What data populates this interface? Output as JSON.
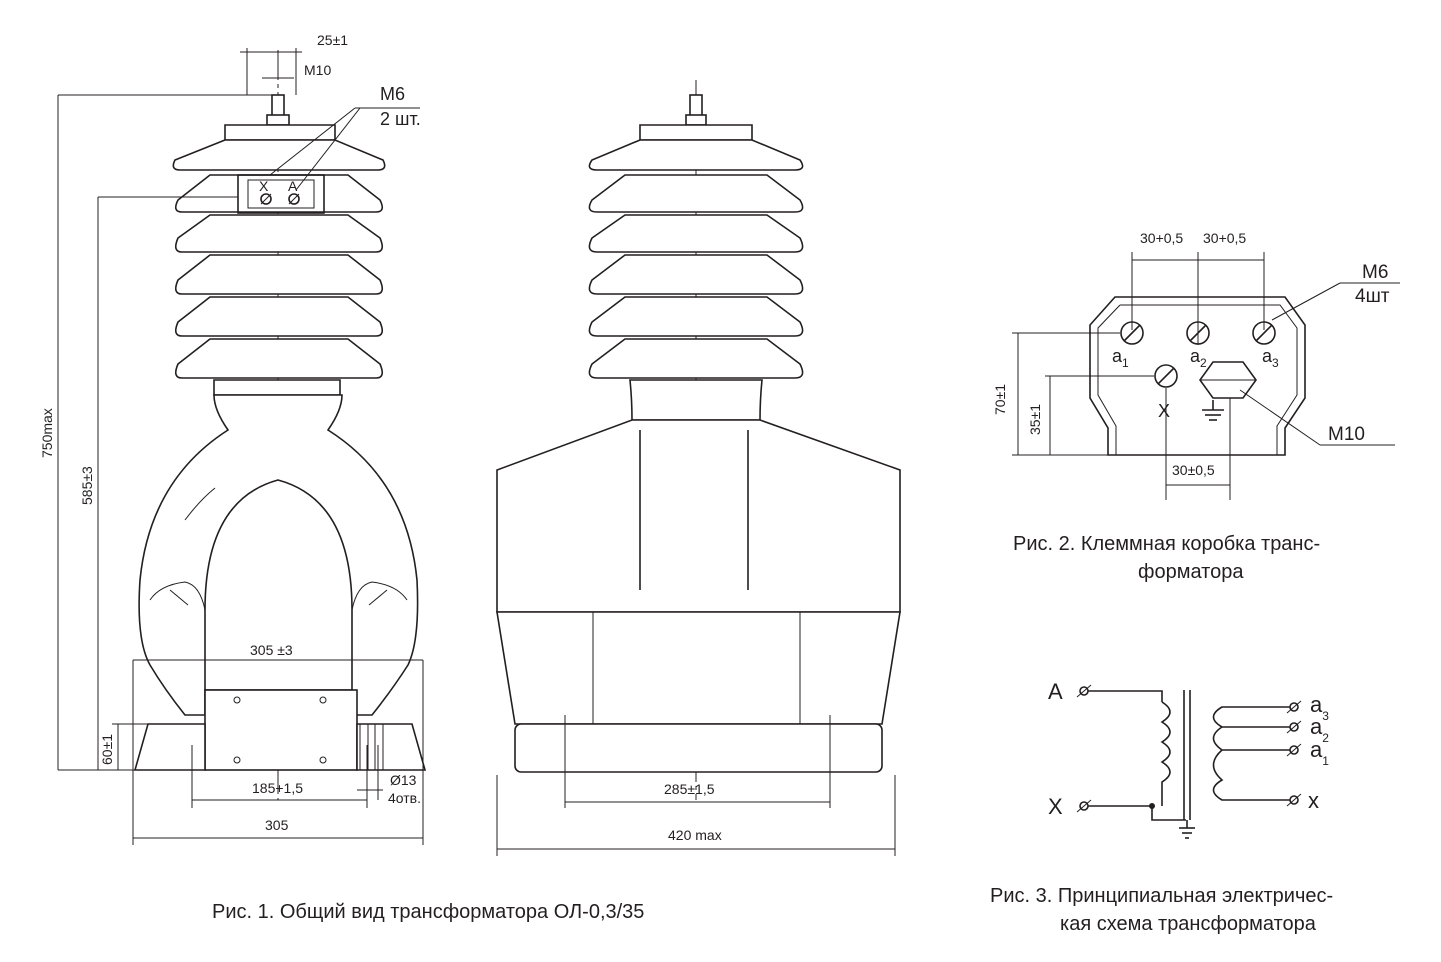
{
  "figure1": {
    "dims": {
      "nut_width": "25±1",
      "stud": "M10",
      "terminals_thread": "M6",
      "terminals_count": "2 шт.",
      "terminal_x": "X",
      "terminal_a": "A",
      "height_total": "750max",
      "height_box": "585±3",
      "height_base": "60±1",
      "base_inner": "305 ±3",
      "holes_pitch": "185+1,5",
      "hole_dia": "Ø13",
      "hole_count": "4отв.",
      "base_width": "305"
    },
    "caption": "Рис. 1. Общий вид трансформатора ОЛ-0,3/35"
  },
  "figure_side": {
    "dims": {
      "holes_pitch": "285±1,5",
      "width_max": "420 max"
    }
  },
  "figure2": {
    "dims": {
      "pitch_left": "30+0,5",
      "pitch_right": "30+0,5",
      "thread": "M6",
      "count": "4шт",
      "ground_stud": "M10",
      "h_total": "70±1",
      "h_mid": "35±1",
      "x_offset": "30±0,5"
    },
    "labels": {
      "a": "a",
      "sub1": "1",
      "sub2": "2",
      "sub3": "3",
      "x": "X"
    },
    "caption_line1": "Рис. 2. Клеммная коробка транс-",
    "caption_line2": "форматора"
  },
  "figure3": {
    "labels": {
      "A": "A",
      "X": "X",
      "a": "a",
      "sub3": "3",
      "sub2": "2",
      "sub1": "1",
      "x": "x"
    },
    "caption_line1": "Рис. 3. Принципиальная электричес-",
    "caption_line2": "кая схема трансформатора"
  }
}
